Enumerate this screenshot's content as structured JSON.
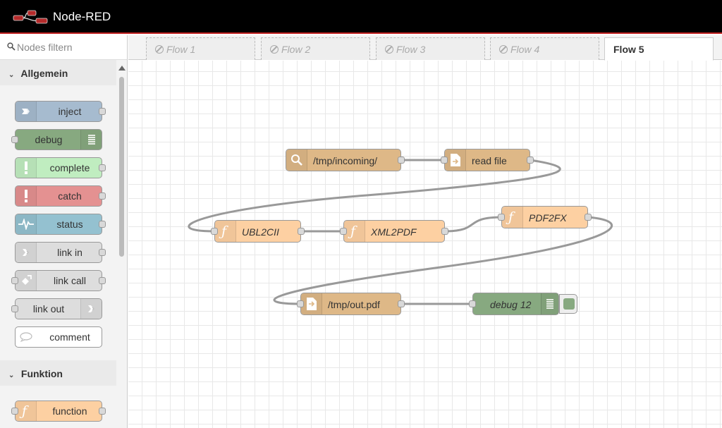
{
  "app": {
    "title": "Node-RED"
  },
  "palette": {
    "search_placeholder": "Nodes filtern",
    "categories": [
      {
        "label": "Allgemein",
        "nodes": [
          {
            "label": "inject",
            "color": "#a6bbcf"
          },
          {
            "label": "debug",
            "color": "#87a980"
          },
          {
            "label": "complete",
            "color": "#c0edc0"
          },
          {
            "label": "catch",
            "color": "#e49191"
          },
          {
            "label": "status",
            "color": "#94c1d0"
          },
          {
            "label": "link in",
            "color": "#dddddd"
          },
          {
            "label": "link call",
            "color": "#dddddd"
          },
          {
            "label": "link out",
            "color": "#dddddd"
          },
          {
            "label": "comment",
            "color": "#ffffff"
          }
        ]
      },
      {
        "label": "Funktion",
        "nodes": [
          {
            "label": "function",
            "color": "#fdd0a2"
          }
        ]
      }
    ]
  },
  "tabs": [
    {
      "label": "Flow 1",
      "disabled": true
    },
    {
      "label": "Flow 2",
      "disabled": true
    },
    {
      "label": "Flow 3",
      "disabled": true
    },
    {
      "label": "Flow 4",
      "disabled": true
    },
    {
      "label": "Flow 5",
      "disabled": false,
      "active": true
    }
  ],
  "flow": {
    "nodes": [
      {
        "id": "watch",
        "label": "/tmp/incoming/",
        "type": "watch",
        "color": "#deb887"
      },
      {
        "id": "readfile",
        "label": "read file",
        "type": "file in",
        "color": "#deb887"
      },
      {
        "id": "ubl2cii",
        "label": "UBL2CII",
        "type": "function",
        "color": "#fdd0a2"
      },
      {
        "id": "xml2pdf",
        "label": "XML2PDF",
        "type": "function",
        "color": "#fdd0a2"
      },
      {
        "id": "pdf2fx",
        "label": "PDF2FX",
        "type": "function",
        "color": "#fdd0a2"
      },
      {
        "id": "outpdf",
        "label": "/tmp/out.pdf",
        "type": "file",
        "color": "#deb887"
      },
      {
        "id": "debug12",
        "label": "debug 12",
        "type": "debug",
        "color": "#87a980"
      }
    ]
  }
}
